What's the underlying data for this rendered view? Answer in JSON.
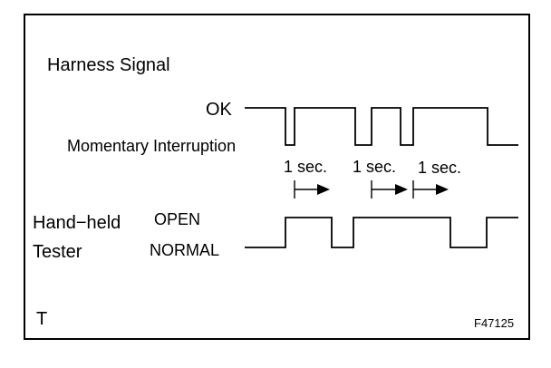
{
  "title": "Harness Signal",
  "top_signal": {
    "level_high": "OK",
    "level_low": "Momentary Interruption"
  },
  "durations": [
    "1 sec.",
    "1 sec.",
    "1 sec."
  ],
  "bottom_signal": {
    "device_line1": "Hand−held",
    "device_line2": "Tester",
    "level_high": "OPEN",
    "level_low": "NORMAL"
  },
  "corner_label": "T",
  "figure_code": "F47125",
  "colors": {
    "ink": "#000000",
    "background": "#ffffff"
  }
}
